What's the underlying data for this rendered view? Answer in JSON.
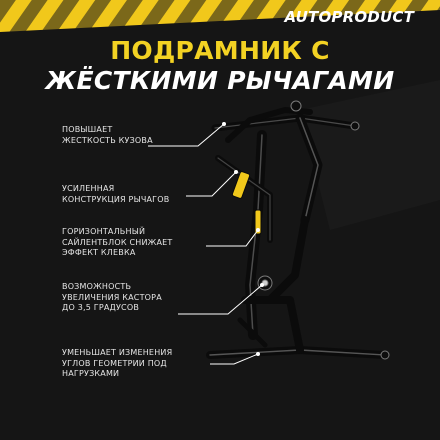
{
  "brand": "AUTOPRODUCT",
  "title": {
    "line1": "ПОДРАМНИК С",
    "line2": "ЖЁСТКИМИ РЫЧАГАМИ"
  },
  "features": [
    {
      "lines": [
        "ПОВЫШАЕТ",
        "ЖЕСТКОСТЬ КУЗОВА"
      ]
    },
    {
      "lines": [
        "УСИЛЕННАЯ",
        "КОНСТРУКЦИЯ РЫЧАГОВ"
      ]
    },
    {
      "lines": [
        "ГОРИЗОНТАЛЬНЫЙ",
        "САЙЛЕНТБЛОК СНИЖАЕТ",
        "ЭФФЕКТ КЛЕВКА"
      ]
    },
    {
      "lines": [
        "ВОЗМОЖНОСТЬ",
        "УВЕЛИЧЕНИЯ КАСТОРА",
        "ДО 3,5 ГРАДУСОВ"
      ]
    },
    {
      "lines": [
        "УМЕНЬШАЕТ ИЗМЕНЕНИЯ",
        "УГЛОВ ГЕОМЕТРИИ ПОД",
        "НАГРУЗКАМИ"
      ]
    }
  ],
  "colors": {
    "accent": "#f3d223",
    "background": "#161616",
    "text": "#ffffff"
  }
}
